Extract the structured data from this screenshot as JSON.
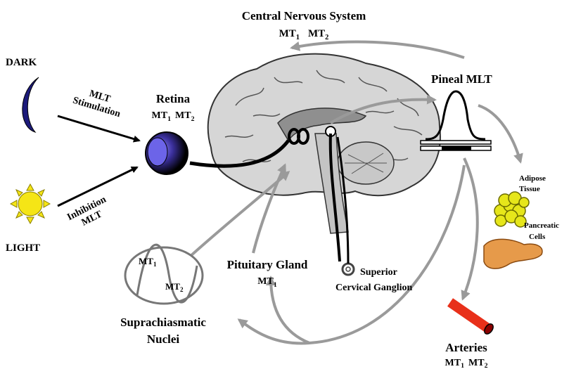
{
  "cns": {
    "title": "Central Nervous System",
    "receptors": [
      "1",
      "2"
    ]
  },
  "dark": "DARK",
  "light": "LIGHT",
  "mlt_stimulation": {
    "line1": "MLT",
    "line2": "Stimulation"
  },
  "inhibition_mlt": {
    "line1": "Inhibition",
    "line2": "MLT"
  },
  "retina": {
    "title": "Retina",
    "receptors": [
      "1",
      "2"
    ]
  },
  "pineal": "Pineal MLT",
  "adipose": {
    "line1": "Adipose",
    "line2": "Tissue"
  },
  "pancreatic": {
    "line1": "Pancreatic",
    "line2": "Cells"
  },
  "superior": {
    "line1": "Superior",
    "line2": "Cervical Ganglion"
  },
  "pituitary": {
    "title": "Pituitary Gland",
    "receptors": [
      "1"
    ]
  },
  "scn": {
    "line1": "Suprachiasmatic",
    "line2": "Nuclei",
    "receptors": [
      "1",
      "2"
    ]
  },
  "arteries": {
    "title": "Arteries",
    "receptors": [
      "1",
      "2"
    ]
  },
  "mt_prefix": "MT",
  "colors": {
    "arrow_gray": "#9a9a9a",
    "moon": "#1c1a7a",
    "sun": "#f5e516",
    "artery": "#e8301a",
    "adipose": "#e6e61a",
    "pancreas": "#e69a4a",
    "brain_light": "#d4d4d4",
    "brain_dark": "#8f8f8f"
  }
}
